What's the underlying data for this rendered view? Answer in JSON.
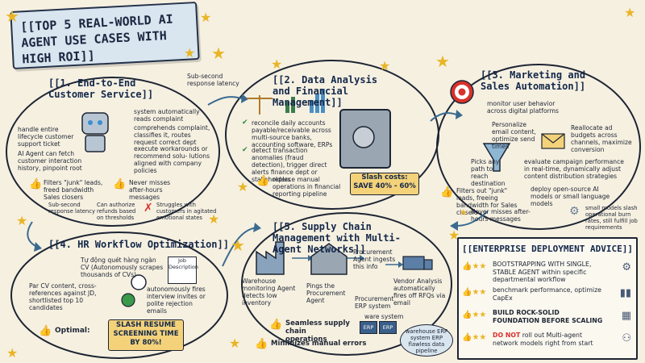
{
  "title": "[[TOP 5 REAL-WORLD AI AGENT USE CASES WITH HIGH ROI]]",
  "section1": {
    "title": "[[1. End-to-End Customer Service]]",
    "latency_note": "Sub-second response latency",
    "handle_ticket": "handle entire lifecycle customer support ticket",
    "fetch_history": "AI Agent can fetch customer interaction history, pinpoint root",
    "reads_complaint": "system automatically reads complaint",
    "comprehends": "comprehends complaint, classifies it, routes request correct dept",
    "workarounds": "execute workarounds or recommend solu- lutions aligned with company policies",
    "filters_junk": "Filters \"junk\" leads, freed bandwidth Sales closers",
    "never_misses": "Never misses after-hours messages",
    "sub_second": "Sub-second response latency",
    "refunds": "Can authorize refunds based on thresholds",
    "struggles": "Struggles with customers in agitated emotional states"
  },
  "section2": {
    "title": "[[2. Data Analysis and Financial Management]]",
    "reconcile": "reconcile daily accounts payable/receivable across multi-source banks, accounting software, ERPs",
    "detect": "detect transaction anomalies (fraud detection), trigger direct alerts finance dept or stakeholders",
    "replace": "replace manual operations in financial reporting pipeline",
    "slash_label": "Slash costs:",
    "slash_value": "SAVE 40% - 60%"
  },
  "section3": {
    "title": "[[3. Marketing and Sales Automation]]",
    "monitor": "monitor user behavior across digital platforms",
    "personalize": "Personalize email content, optimize send times",
    "reallocate": "Reallocate ad budgets across channels, maximize conversion",
    "picks_path": "Picks any path to reach destination",
    "evaluate": "evaluate campaign performance in real-time, dynamically adjust content distribution strategies",
    "filters_out": "Filters out \"junk\" leads, freeing bandwidth for Sales closers",
    "never_misses": "Never misses after-hours messages",
    "deploy_models": "deploy open-source AI models or small language models",
    "small_models": "small models slash operational burn rates, still fulfill job requirements"
  },
  "section4": {
    "title": "[[4. HR Workflow Optimization]]",
    "scrapes": "Tự động quét hàng ngàn CV (Autonomously scrapes thousands of CVs)",
    "job_description": "Job Description",
    "par_cv": "Par CV content, cross-references against JD, shortlisted top 10 candidates",
    "autonomously_fires": "autonomously fires interview invites or polite rejection emails",
    "optimal": "Optimal:",
    "slash_resume": "SLASH RESUME SCREENING TIME BY 80%!"
  },
  "section5": {
    "title": "[[5. Supply Chain Management with Multi-Agent Networks]]",
    "warehouse_agent": "Warehouse monitoring Agent detects low inventory",
    "pings": "Pings the Procurement Agent",
    "procurement_ingests": "Procurement Agent ingests this info",
    "vendor_analysis": "Vendor Analysis automatically fires off RFQs via email",
    "procurement_erp": "Procurement ERP system",
    "ware_system": "ware system",
    "erp1": "ERP",
    "erp2": "ERP",
    "seamless": "Seamless supply chain operations",
    "minimizes": "Minimizes manual errors",
    "flawless": "warehouse ERP system ERP flawless data pipeline"
  },
  "advice": {
    "title": "[[ENTERPRISE DEPLOYMENT ADVICE]]",
    "items": [
      {
        "text": "BOOTSTRAPPING WITH SINGLE, STABLE AGENT within specific departmental workflow",
        "icon": "gear-icon"
      },
      {
        "text": "benchmark performance, optimize CapEx",
        "icon": "chart-icon"
      },
      {
        "text": "BUILD ROCK-SOLID FOUNDATION BEFORE SCALING",
        "icon": "building-icon"
      },
      {
        "prefix": "DO NOT",
        "text": " roll out Multi-agent network models right from start",
        "icon": "network-icon"
      }
    ]
  },
  "colors": {
    "star": "#e9b526",
    "ink": "#1d2533",
    "highlight": "#f4d27a",
    "warning": "#d9312b"
  }
}
